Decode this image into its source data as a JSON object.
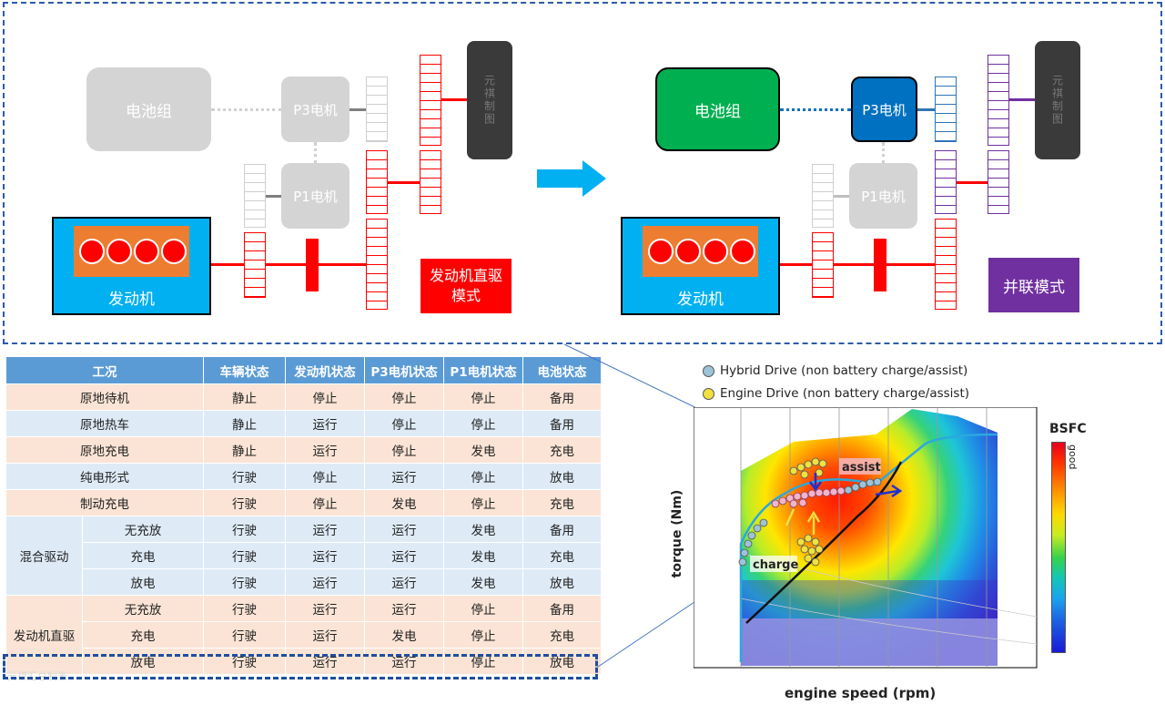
{
  "left_diagram": {
    "battery_label": "电池组",
    "p3_label": "P3电机",
    "p1_label": "P1电机",
    "engine_label": "发动机",
    "mode_label": "发动机直驱模式",
    "watermark_text": "元祺制图"
  },
  "right_diagram": {
    "battery_label": "电池组",
    "p3_label": "P3电机",
    "p1_label": "P1电机",
    "engine_label": "发动机",
    "mode_label": "并联模式",
    "watermark_text": "元祺制图"
  },
  "colors": {
    "frame_dash": "#2b5ba8",
    "battery_active": "#00b050",
    "p3_active": "#0070c0",
    "engine_outer": "#00b0f0",
    "engine_inner": "#ed7d31",
    "mode_direct": "#ff0000",
    "mode_parallel": "#7030a0",
    "arrow": "#00b0f0",
    "table_header": "#5b9bd5",
    "row_pink": "#fbe4d5",
    "row_blue": "#deebf7"
  },
  "table": {
    "headers": [
      "工况",
      "车辆状态",
      "发动机状态",
      "P3电机状态",
      "P1电机状态",
      "电池状态"
    ],
    "rows": [
      {
        "group": "",
        "sub": "原地待机",
        "cells": [
          "静止",
          "停止",
          "停止",
          "停止",
          "备用"
        ]
      },
      {
        "group": "",
        "sub": "原地热车",
        "cells": [
          "静止",
          "运行",
          "停止",
          "停止",
          "备用"
        ]
      },
      {
        "group": "",
        "sub": "原地充电",
        "cells": [
          "静止",
          "运行",
          "停止",
          "发电",
          "充电"
        ]
      },
      {
        "group": "",
        "sub": "纯电形式",
        "cells": [
          "行驶",
          "停止",
          "运行",
          "停止",
          "放电"
        ]
      },
      {
        "group": "",
        "sub": "制动充电",
        "cells": [
          "行驶",
          "停止",
          "发电",
          "停止",
          "充电"
        ]
      },
      {
        "group": "混合驱动",
        "sub": "无充放",
        "cells": [
          "行驶",
          "运行",
          "运行",
          "发电",
          "备用"
        ]
      },
      {
        "group": "",
        "sub": "充电",
        "cells": [
          "行驶",
          "运行",
          "运行",
          "发电",
          "充电"
        ]
      },
      {
        "group": "",
        "sub": "放电",
        "cells": [
          "行驶",
          "运行",
          "运行",
          "发电",
          "放电"
        ]
      },
      {
        "group": "发动机直驱",
        "sub": "无充放",
        "cells": [
          "行驶",
          "运行",
          "运行",
          "停止",
          "备用"
        ]
      },
      {
        "group": "",
        "sub": "充电",
        "cells": [
          "行驶",
          "运行",
          "发电",
          "停止",
          "充电"
        ]
      },
      {
        "group": "",
        "sub": "放电",
        "cells": [
          "行驶",
          "运行",
          "运行",
          "停止",
          "放电"
        ]
      }
    ],
    "watermark": "元祺汇总制表"
  },
  "bsfc_chart": {
    "legend_hybrid": "Hybrid Drive (non battery charge/assist)",
    "legend_engine": "Engine Drive (non battery charge/assist)",
    "colorbar_title": "BSFC",
    "colorbar_good": "good",
    "ylabel": "torque (Nm)",
    "xlabel": "engine speed (rpm)",
    "label_assist": "assist",
    "label_charge": "charge"
  }
}
